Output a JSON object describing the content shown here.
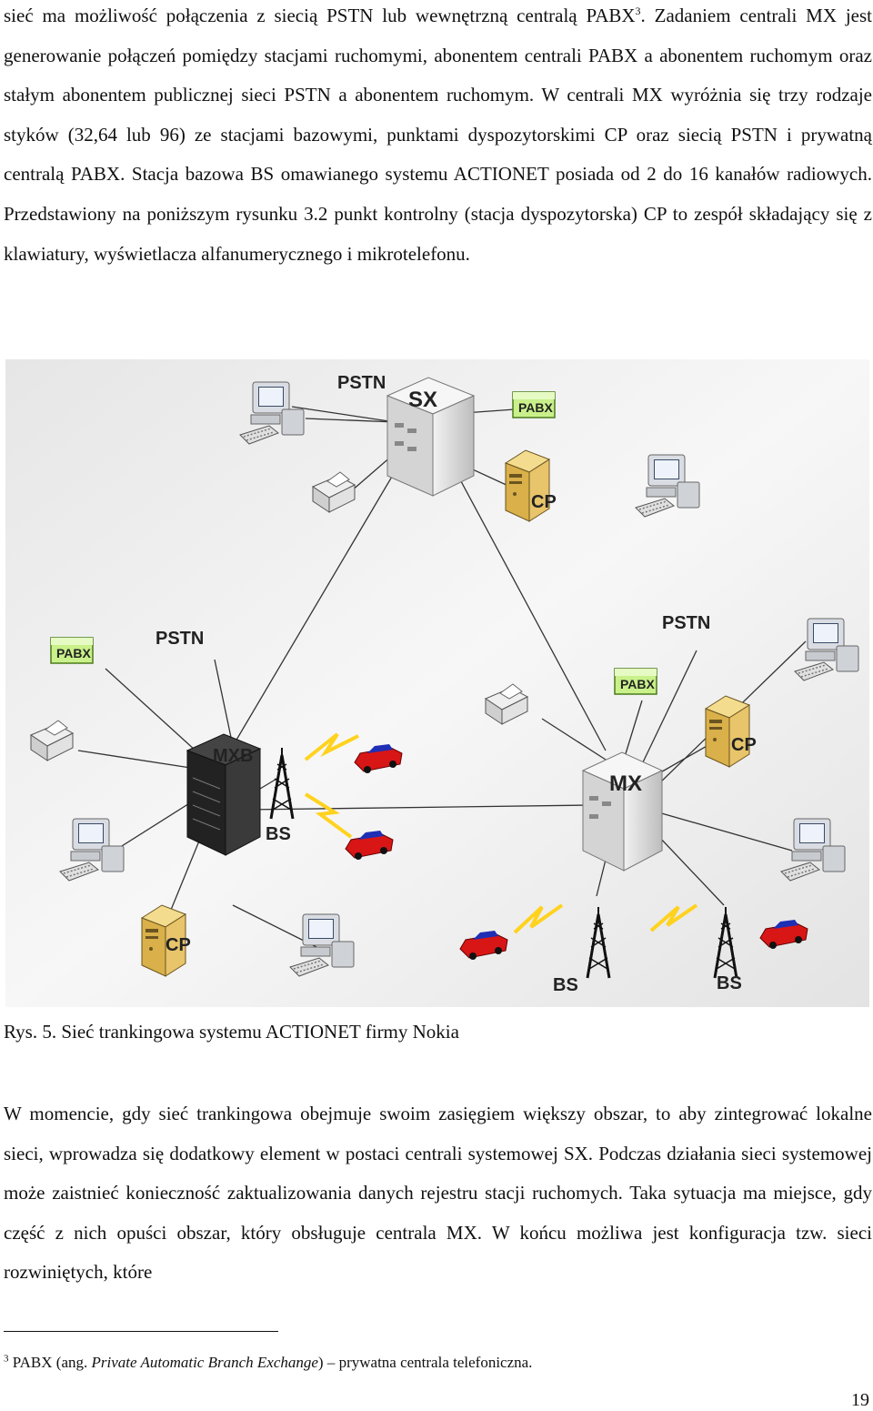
{
  "paragraph1": {
    "before_sup": "sieć ma możliwość połączenia z siecią PSTN lub wewnętrzną centralą PABX",
    "sup": "3",
    "after_sup": ". Zadaniem centrali MX jest generowanie połączeń pomiędzy stacjami ruchomymi, abonentem centrali PABX a abonentem ruchomym oraz stałym abonentem publicznej sieci PSTN a abonentem ruchomym. W centrali MX wyróżnia się trzy rodzaje styków (32,64 lub 96) ze stacjami bazowymi, punktami dyspozytorskimi CP oraz siecią PSTN i prywatną centralą PABX. Stacja bazowa BS omawianego systemu ACTIONET posiada od 2 do 16 kanałów radiowych. Przedstawiony na poniższym rysunku 3.2 punkt kontrolny (stacja dyspozytorska) CP to zespół składający się z klawiatury, wyświetlacza alfanumerycznego i mikrotelefonu."
  },
  "figure": {
    "labels": {
      "pstn_top": "PSTN",
      "sx": "SX",
      "pabx_top": "PABX",
      "cp_top": "CP",
      "pabx_left": "PABX",
      "pstn_left": "PSTN",
      "mxb": "MXB",
      "bs_left": "BS",
      "cp_left": "CP",
      "pstn_right": "PSTN",
      "pabx_right": "PABX",
      "cp_right": "CP",
      "mx": "MX",
      "bs_bottom1": "BS",
      "bs_bottom2": "BS"
    },
    "colors": {
      "car": "#d81616",
      "car_roof": "#1e2fb5",
      "lightning": "#ffd21e",
      "server": "#1a1a1a",
      "cp_box": "#e8c46a"
    }
  },
  "caption": "Rys. 5.  Sieć trankingowa systemu ACTIONET firmy Nokia",
  "paragraph2": "W momencie, gdy sieć trankingowa obejmuje swoim zasięgiem większy obszar, to aby zintegrować lokalne sieci, wprowadza się dodatkowy element w postaci centrali systemowej SX. Podczas działania sieci systemowej może zaistnieć konieczność zaktualizowania danych rejestru stacji ruchomych. Taka sytuacja ma miejsce, gdy część z nich opuści obszar, który obsługuje centrala MX. W końcu możliwa jest konfiguracja tzw. sieci rozwiniętych, które",
  "footnote": {
    "sup": "3",
    "before": " PABX (ang. ",
    "italic": "Private Automatic Branch Exchange",
    "after": ") – prywatna centrala telefoniczna."
  },
  "page_number": "19"
}
